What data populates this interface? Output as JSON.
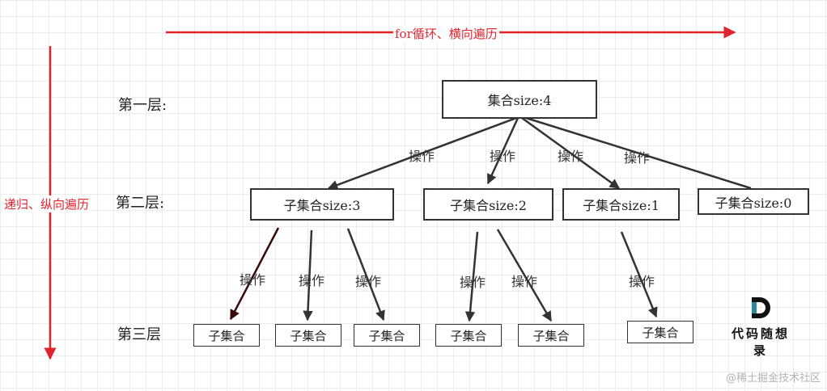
{
  "horizontal_arrow_label": "for循环、横向遍历",
  "vertical_arrow_label": "递归、纵向遍历",
  "levels": [
    "第一层:",
    "第二层:",
    "第三层"
  ],
  "root": "集合size:4",
  "level2": [
    "子集合size:3",
    "子集合size:2",
    "子集合size:1",
    "子集合size:0"
  ],
  "level3": [
    "子集合",
    "子集合",
    "子集合",
    "子集合",
    "子集合",
    "子集合"
  ],
  "operation_label": "操作",
  "logo_text": "代码随想录",
  "watermark": "@稀土掘金技术社区",
  "colors": {
    "arrow_red": "#e2232d",
    "line": "#333333",
    "dark_red_line": "#3a0a0a"
  }
}
